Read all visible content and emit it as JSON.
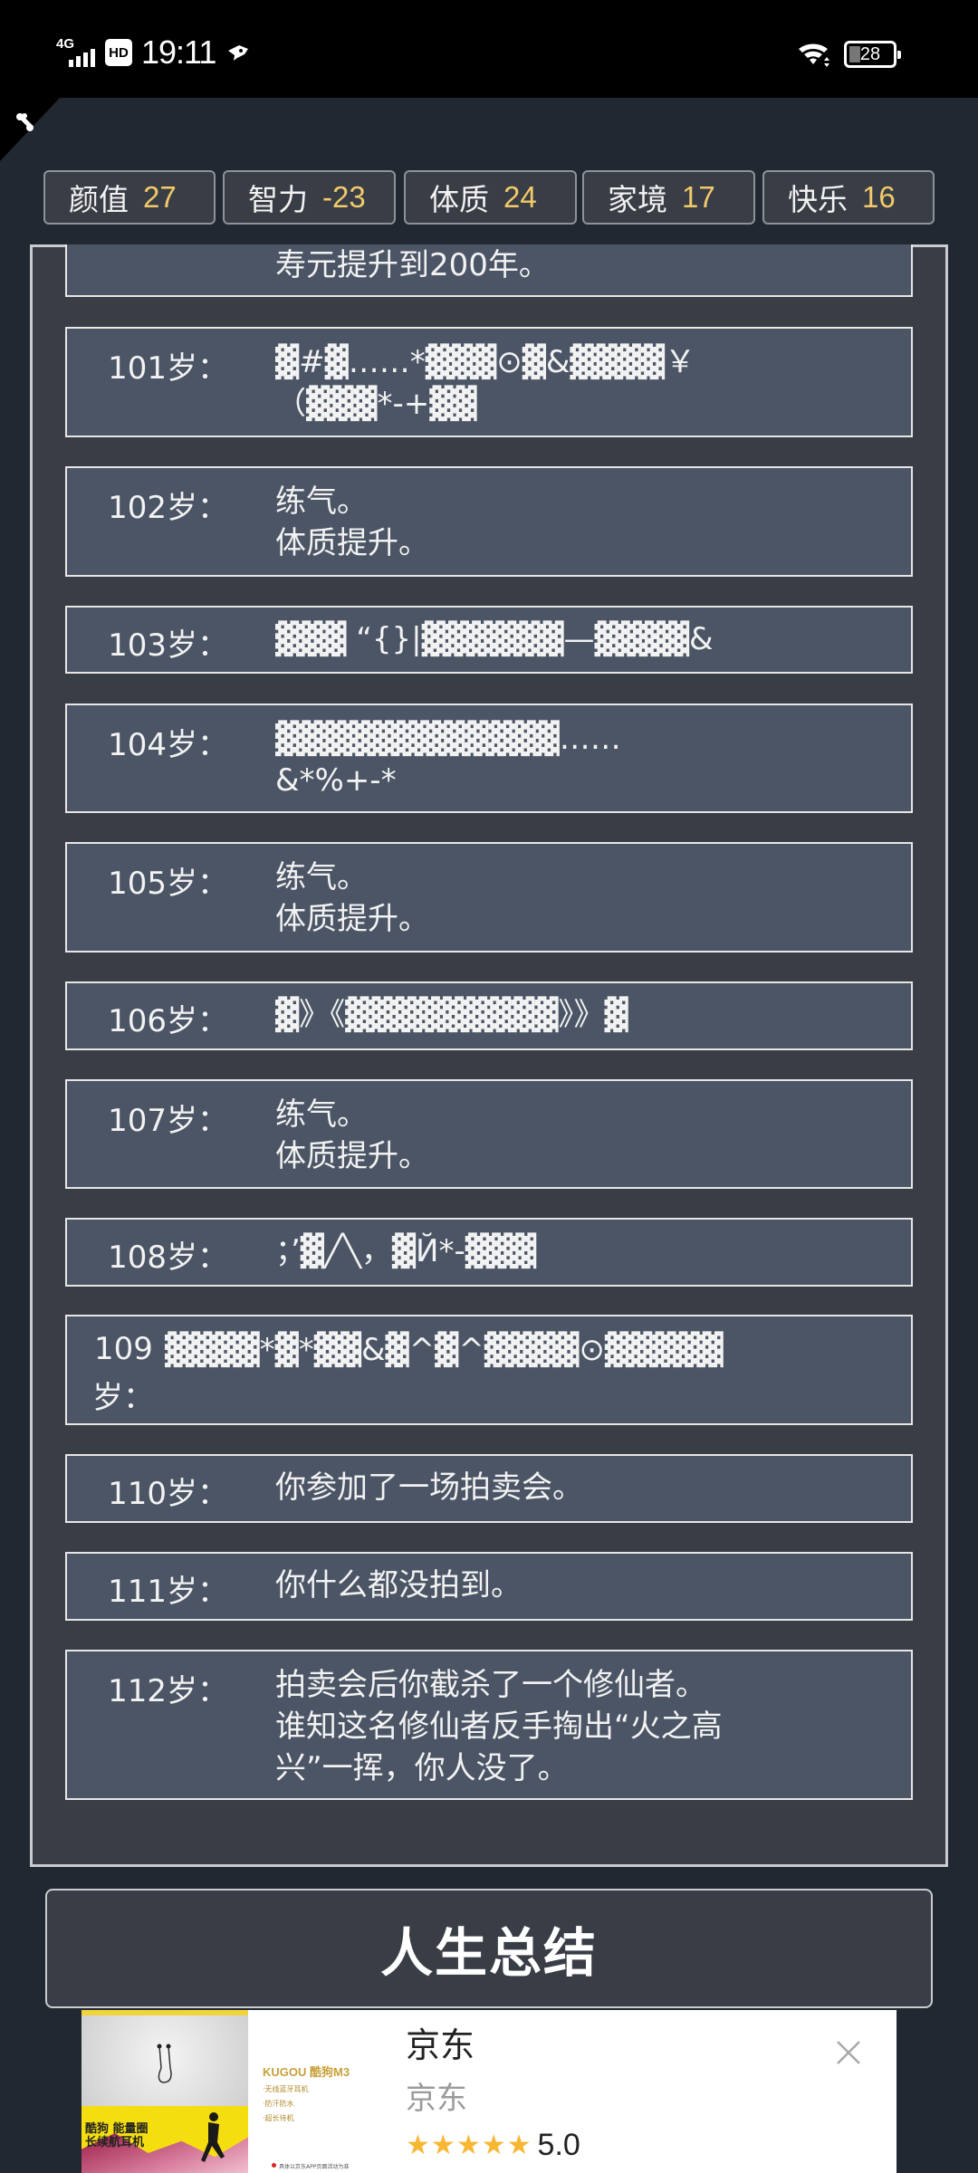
{
  "status_bar": {
    "network": "4G",
    "hd_badge": "HD",
    "time": "19:11",
    "battery": "28",
    "icons": [
      "signal-icon",
      "hd-icon",
      "notification-icon",
      "wifi-icon",
      "battery-icon"
    ]
  },
  "stats": [
    {
      "label": "颜值",
      "value": "27"
    },
    {
      "label": "智力",
      "value": "-23"
    },
    {
      "label": "体质",
      "value": "24"
    },
    {
      "label": "家境",
      "value": "17"
    },
    {
      "label": "快乐",
      "value": "16"
    }
  ],
  "log": {
    "entries": [
      {
        "age": "",
        "text": "寿元提升到200年。"
      },
      {
        "age": "101岁：",
        "text": "▓#▓……*▓▓▓⊙▓&▓▓▓▓￥\n（▓▓▓*-+▓▓"
      },
      {
        "age": "102岁：",
        "text": "练气。\n体质提升。"
      },
      {
        "age": "103岁：",
        "text": "▓▓▓ “{}|▓▓▓▓▓▓—▓▓▓▓&"
      },
      {
        "age": "104岁：",
        "text": "▓▓▓▓▓▓▓▓▓▓▓▓……\n&*%+-*"
      },
      {
        "age": "105岁：",
        "text": "练气。\n体质提升。"
      },
      {
        "age": "106岁：",
        "text": "▓》《▓▓▓▓▓▓▓▓▓》》▓"
      },
      {
        "age": "107岁：",
        "text": "练气。\n体质提升。"
      },
      {
        "age": "108岁：",
        "text": "；’▓╱╲，▓Й*-▓▓▓"
      },
      {
        "age_line1": "109",
        "age_line2": "岁：",
        "text": "▓▓▓▓*▓*▓▓&▓^▓^▓▓▓▓⊙▓▓▓▓▓"
      },
      {
        "age": "110岁：",
        "text": "你参加了一场拍卖会。"
      },
      {
        "age": "111岁：",
        "text": "你什么都没拍到。"
      },
      {
        "age": "112岁：",
        "text": "拍卖会后你截杀了一个修仙者。\n谁知这名修仙者反手掏出“火之高\n兴”一挥，你人没了。"
      }
    ]
  },
  "summary_button": {
    "label": "人生总结"
  },
  "ad": {
    "image": {
      "brand": "KUGOU 酷狗M3",
      "features": [
        "·无线蓝牙耳机",
        "·防汗防水",
        "·超长待机"
      ],
      "slogan_line1": "酷狗 能量圈",
      "slogan_line2": "长续航耳机",
      "footer": "具体以京东APP页面活动为准"
    },
    "title": "京东",
    "subtitle": "京东",
    "rating": "5.0",
    "stars": 5,
    "colors": {
      "star": "#f7b733"
    }
  },
  "colors": {
    "app_bg": "#222831",
    "panel_bg": "#393e46",
    "row_bg": "#4b5565",
    "stat_value": "#f3c969"
  }
}
